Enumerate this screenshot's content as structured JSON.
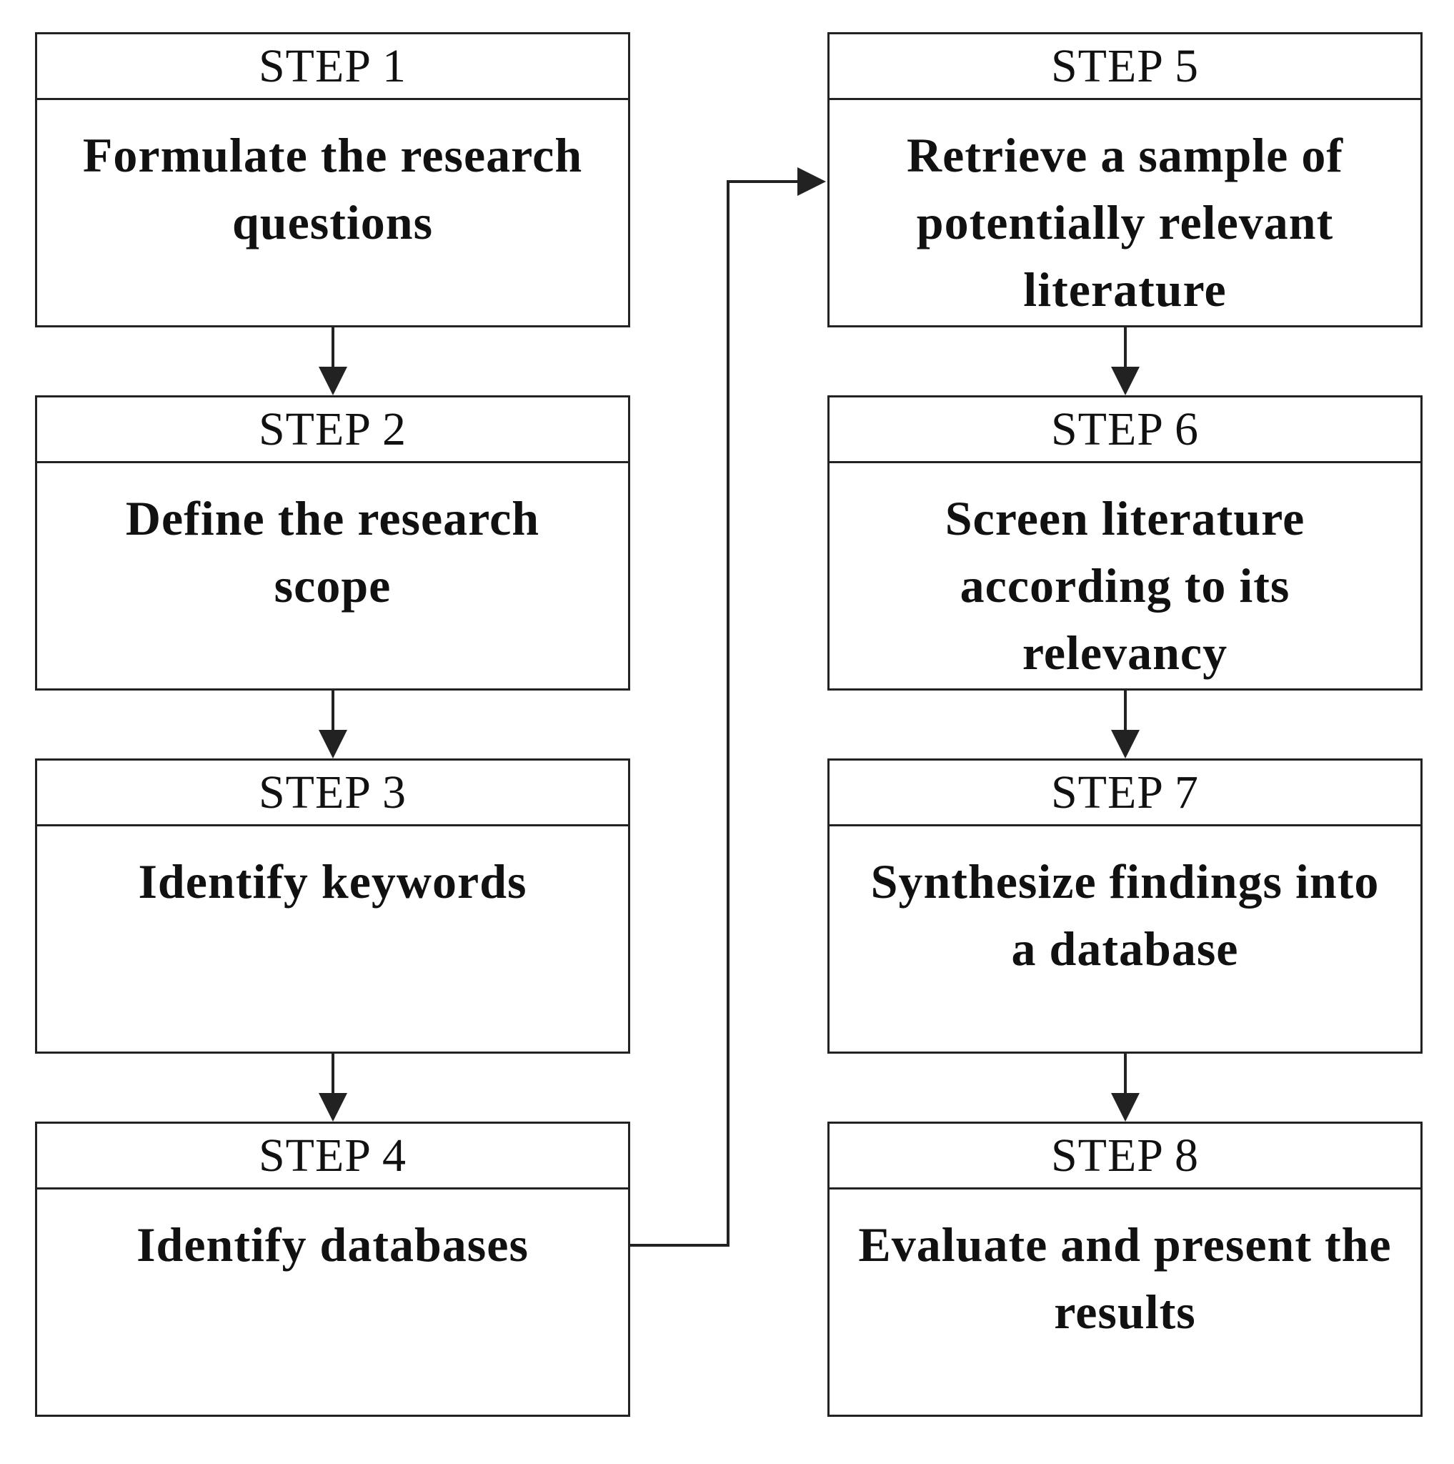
{
  "steps": [
    {
      "header": "STEP 1",
      "text": "Formulate the research questions"
    },
    {
      "header": "STEP 2",
      "text": "Define the research scope"
    },
    {
      "header": "STEP 3",
      "text": "Identify keywords"
    },
    {
      "header": "STEP 4",
      "text": "Identify databases"
    },
    {
      "header": "STEP 5",
      "text": "Retrieve a sample of potentially relevant literature"
    },
    {
      "header": "STEP 6",
      "text": "Screen literature according to its relevancy"
    },
    {
      "header": "STEP 7",
      "text": "Synthesize findings into a database"
    },
    {
      "header": "STEP 8",
      "text": "Evaluate and present the results"
    }
  ],
  "colors": {
    "border": "#222222",
    "text": "#111111",
    "background": "#ffffff"
  }
}
